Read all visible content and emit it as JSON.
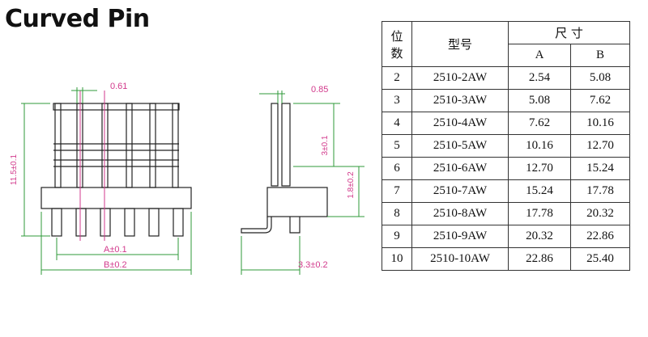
{
  "title": "Curved Pin",
  "dimensions": {
    "pin_width": "0.61",
    "pin_thickness": "0.85",
    "height_total": "11.5±0.1",
    "dim_3": "3±0.1",
    "dim_1_8": "1.8±0.2",
    "dim_a": "A±0.1",
    "dim_b": "B±0.2",
    "dim_3_3": "3.3±0.2"
  },
  "table": {
    "header_pos_1": "位",
    "header_pos_2": "数",
    "header_model": "型号",
    "header_size": "尺  寸",
    "header_a": "A",
    "header_b": "B",
    "rows": [
      {
        "pos": "2",
        "model": "2510-2AW",
        "a": "2.54",
        "b": "5.08"
      },
      {
        "pos": "3",
        "model": "2510-3AW",
        "a": "5.08",
        "b": "7.62"
      },
      {
        "pos": "4",
        "model": "2510-4AW",
        "a": "7.62",
        "b": "10.16"
      },
      {
        "pos": "5",
        "model": "2510-5AW",
        "a": "10.16",
        "b": "12.70"
      },
      {
        "pos": "6",
        "model": "2510-6AW",
        "a": "12.70",
        "b": "15.24"
      },
      {
        "pos": "7",
        "model": "2510-7AW",
        "a": "15.24",
        "b": "17.78"
      },
      {
        "pos": "8",
        "model": "2510-8AW",
        "a": "17.78",
        "b": "20.32"
      },
      {
        "pos": "9",
        "model": "2510-9AW",
        "a": "20.32",
        "b": "22.86"
      },
      {
        "pos": "10",
        "model": "2510-10AW",
        "a": "22.86",
        "b": "25.40"
      }
    ]
  },
  "colors": {
    "dimension": "#d23a8c",
    "outline": "#222222",
    "extension": "#2f9a3a"
  }
}
